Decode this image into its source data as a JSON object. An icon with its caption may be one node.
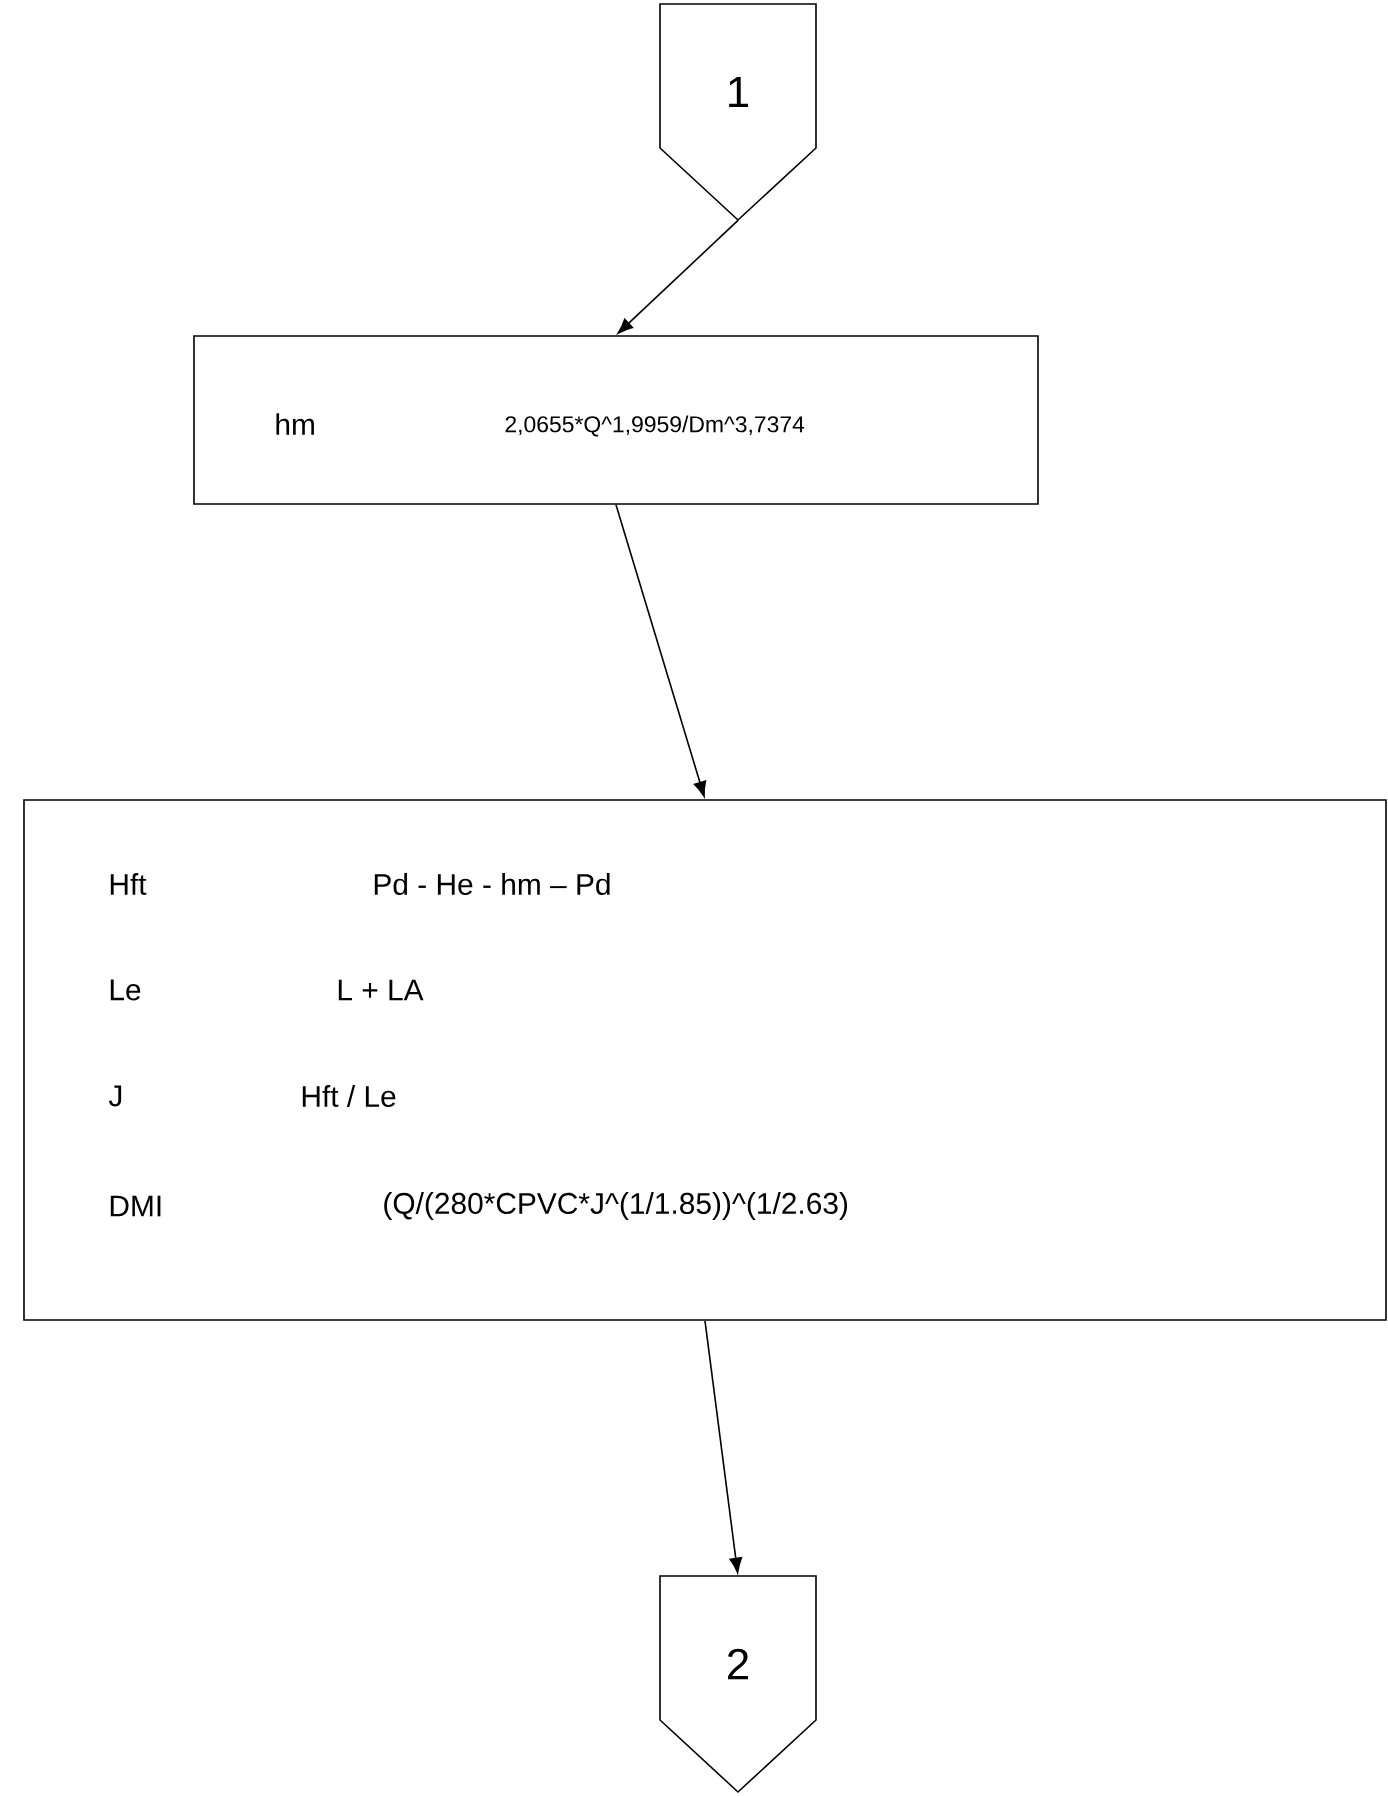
{
  "diagram": {
    "nodes": [
      {
        "text": [
          "1"
        ]
      },
      {
        "text": [
          "hm",
          "2,0655*Q^1,9959/Dm^3,7374"
        ]
      },
      {
        "text": [
          "Hft",
          "Pd - He - hm – Pd",
          "Le",
          "L + LA",
          "J",
          "Hft / Le",
          "DMI",
          "(Q/(280*CPVC*J^(1/1.85))^(1/2.63)"
        ]
      },
      {
        "text": [
          "2"
        ]
      }
    ],
    "edges": [
      {
        "from": 0,
        "to": 1,
        "arrow": "to"
      },
      {
        "from": 1,
        "to": 2,
        "arrow": "to"
      },
      {
        "from": 2,
        "to": 3,
        "arrow": "to"
      }
    ]
  }
}
